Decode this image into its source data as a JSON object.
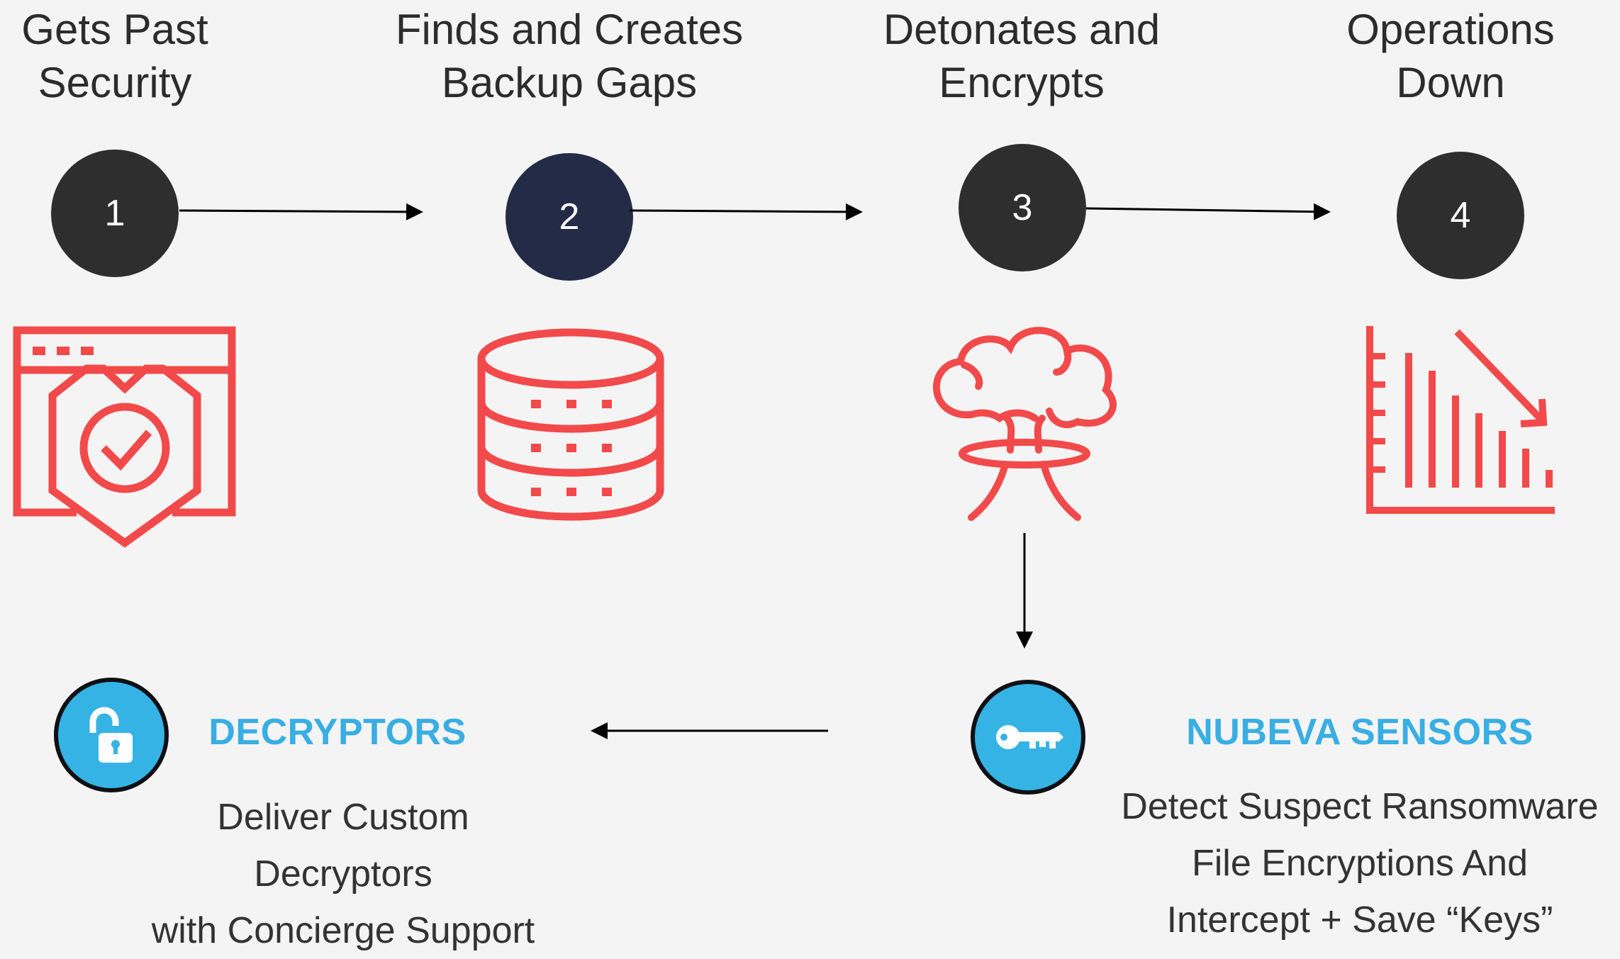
{
  "stages": [
    {
      "number": "1",
      "title": "Gets Past\nSecurity",
      "icon": "shield-check-browser-icon"
    },
    {
      "number": "2",
      "title": "Finds and Creates\nBackup Gaps",
      "icon": "database-icon"
    },
    {
      "number": "3",
      "title": "Detonates and\nEncrypts",
      "icon": "explosion-icon"
    },
    {
      "number": "4",
      "title": "Operations\nDown",
      "icon": "declining-chart-icon"
    }
  ],
  "sensors": {
    "heading": "NUBEVA SENSORS",
    "description": "Detect Suspect Ransomware\nFile Encryptions And\nIntercept + Save “Keys”",
    "icon": "key-icon"
  },
  "decryptors": {
    "heading": "DECRYPTORS",
    "description": "Deliver Custom\nDecryptors\nwith Concierge Support",
    "icon": "unlock-icon"
  },
  "colors": {
    "icon_red": "#f24a4a",
    "badge_blue": "#35b3e5",
    "heading_blue": "#39aee3",
    "circle_dark": "#2e2e2e",
    "circle_navy": "#232b47"
  }
}
